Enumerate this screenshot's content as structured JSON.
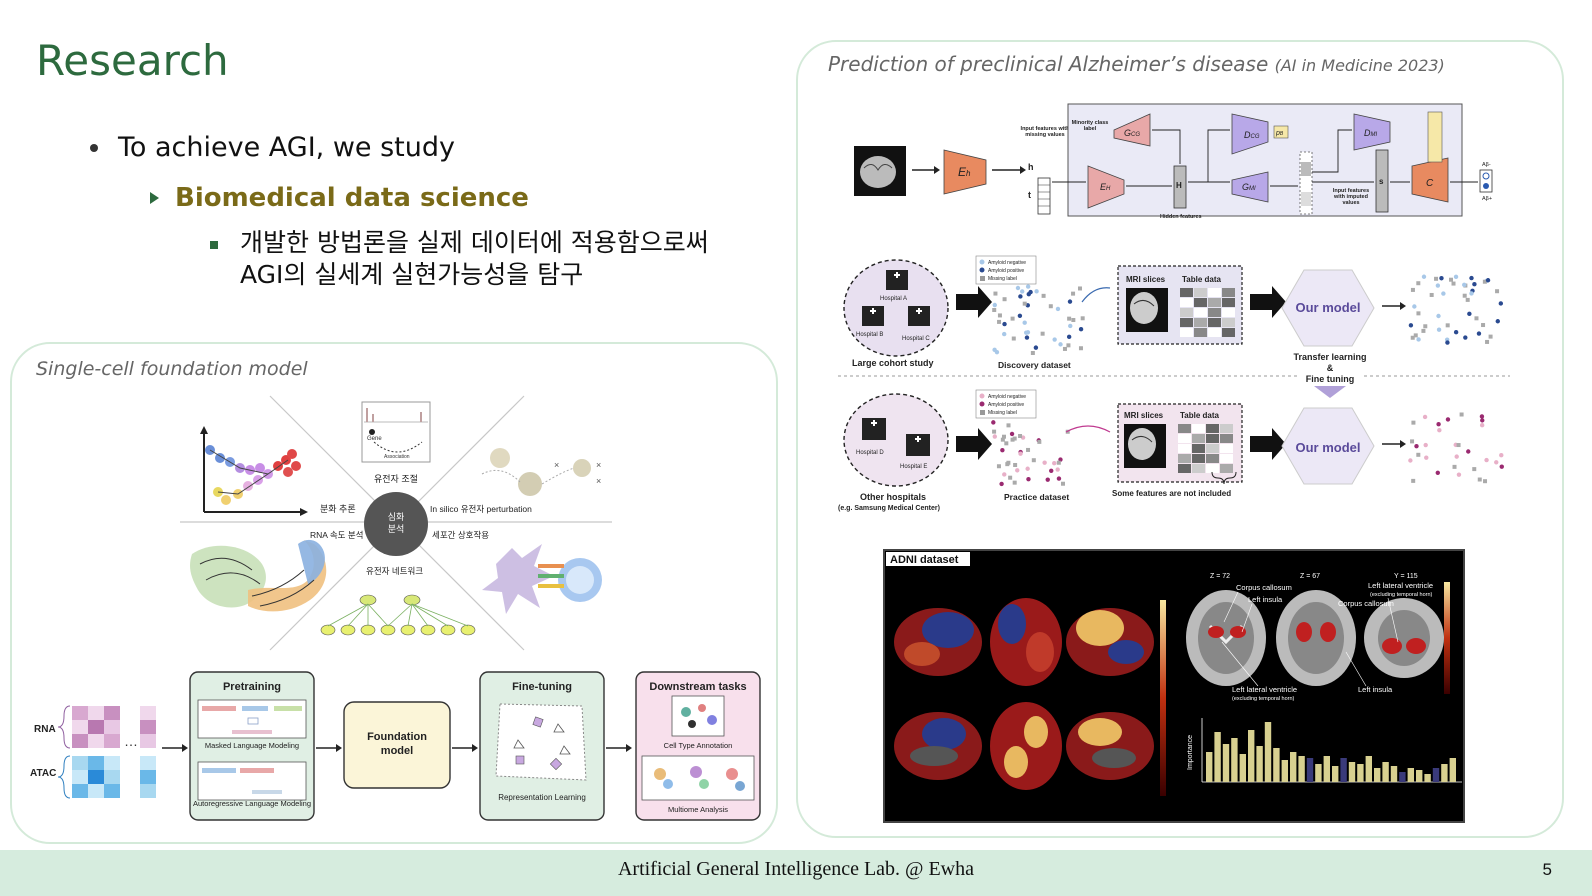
{
  "slide": {
    "title": "Research",
    "bullet_1": "To achieve AGI, we study",
    "bullet_2": "Biomedical data science",
    "bullet_3_line1": "개발한 방법론을 실제 데이터에 적용함으로써",
    "bullet_3_line2": "AGI의 실세계 실현가능성을 탐구",
    "footer": "Artificial General Intelligence Lab. @ Ewha",
    "page_number": "5"
  },
  "left_panel": {
    "caption": "Single-cell foundation model",
    "quadrant_labels": {
      "center_line1": "심화",
      "center_line2": "분석",
      "gene_regulation": "유전자 조절",
      "differentiation": "분화 추론",
      "insilico": "In silico 유전자 perturbation",
      "rna_velocity": "RNA 속도 분석",
      "cell_interaction": "세포간 상호작용",
      "gene_network": "유전자 네트워크",
      "gene": "Gene",
      "association": "Association"
    },
    "pipeline": {
      "rna": "RNA",
      "atac": "ATAC",
      "ellipsis": "…",
      "pretraining": "Pretraining",
      "mlm": "Masked Language Modeling",
      "alm": "Autoregressive Language Modeling",
      "foundation_line1": "Foundation",
      "foundation_line2": "model",
      "finetuning": "Fine-tuning",
      "representation": "Representation Learning",
      "downstream": "Downstream tasks",
      "cell_type": "Cell Type Annotation",
      "multiome": "Multiome Analysis"
    }
  },
  "right_panel": {
    "caption_main": "Prediction of preclinical Alzheimer’s disease",
    "caption_ref": "(AI in Medicine 2023)",
    "arch": {
      "eh": "E",
      "h": "h",
      "t": "t",
      "input_missing": "Input features with missing values",
      "minority": "Minority class label",
      "gcg": "G",
      "dcg": "D",
      "pb": "p",
      "dmi": "D",
      "gmi": "G",
      "eH": "E",
      "H": "H",
      "hidden": "Hidden features",
      "s": "s",
      "c": "C",
      "imputed": "Input features with imputed values",
      "abm": "Aβ-",
      "abp": "Aβ+"
    },
    "flow": {
      "legend_neg": "Amyloid negative",
      "legend_pos": "Amyloid positive",
      "legend_missing": "Missing label",
      "hospital_a": "Hospital A",
      "hospital_b": "Hospital B",
      "hospital_c": "Hospital C",
      "hospital_d": "Hospital D",
      "hospital_e": "Hospital E",
      "large_cohort": "Large cohort study",
      "discovery": "Discovery dataset",
      "mri": "MRI slices",
      "table": "Table data",
      "our_model": "Our model",
      "transfer_line1": "Transfer learning",
      "transfer_line2": "&",
      "transfer_line3": "Fine tuning",
      "other_hospitals": "Other hospitals",
      "samsung": "(e.g. Samsung Medical Center)",
      "practice": "Practice dataset",
      "not_included": "Some features are not included"
    },
    "adni": {
      "title": "ADNI dataset",
      "z72": "Z = 72",
      "z67": "Z = 67",
      "y115": "Y = 115",
      "corpus1": "Corpus callosum",
      "left_insula1": "Left insula",
      "corpus2": "Corpus callosum",
      "lv_right": "Left lateral ventricle",
      "lv_right_sub": "(excluding temporal horn)",
      "lv_left": "Left lateral ventricle",
      "lv_left_sub": "(excluding temporal horn)",
      "left_insula2": "Left insula",
      "importance": "Importance"
    }
  }
}
